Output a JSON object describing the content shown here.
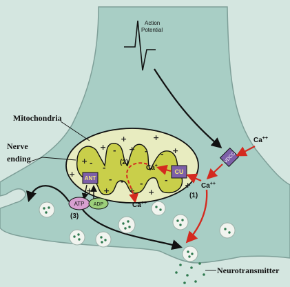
{
  "labels": {
    "action_potential_line1": "Action",
    "action_potential_line2": "Potential",
    "mitochondria": "Mitochondria",
    "nerve_ending_line1": "Nerve",
    "nerve_ending_line2": "ending",
    "neurotransmitter": "Neurotransmitter",
    "ca_outside": "Ca",
    "ca_outside_sup": "++",
    "ca_inside": "Ca",
    "ca_inside_sup": "++",
    "ca_mito_released": "Ca",
    "ca_mito_released_sup": "++",
    "ca_mito_uptake": "Ca",
    "ca_mito_uptake_sup": "+",
    "step1": "(1)",
    "step2": "(2)",
    "step3": "(3)",
    "cu": "CU",
    "ant": "ANT",
    "atp": "ATP",
    "adp": "ADP",
    "vdcc": "VDCC"
  },
  "colors": {
    "background": "#d4e6e0",
    "terminal": "#a8cec5",
    "terminal_outline": "#7e9f98",
    "mito_outer": "#e8ecc0",
    "mito_inner": "#c9cf4a",
    "channel": "#7d5fa8",
    "arrow_red": "#d42a1f",
    "atp": "#d8a0d0",
    "adp": "#9ccf7a",
    "vesicle_dot": "#2f7a4f"
  }
}
